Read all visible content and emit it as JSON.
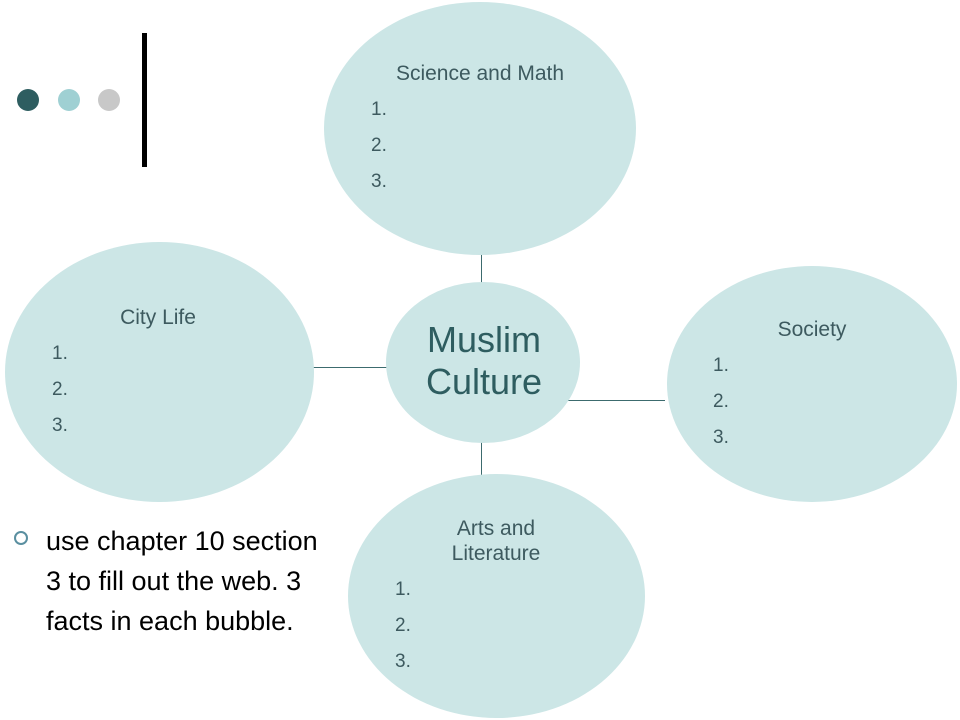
{
  "decor": {
    "dot_colors": [
      "#2e5d60",
      "#9fd0d3",
      "#c8c8c8"
    ],
    "bubble_fill": "#cce6e6",
    "connector_color": "#3c6b6e",
    "text_color": "#3d5a5f"
  },
  "center": {
    "line1": "Muslim",
    "line2": "Culture"
  },
  "bubbles": {
    "science": {
      "title": "Science and Math",
      "items": [
        "1.",
        "2.",
        "3."
      ]
    },
    "city": {
      "title": "City Life",
      "items": [
        "1.",
        "2.",
        "3."
      ]
    },
    "society": {
      "title": "Society",
      "items": [
        "1.",
        "2.",
        "3."
      ]
    },
    "arts": {
      "title_line1": "Arts and",
      "title_line2": "Literature",
      "items": [
        "1.",
        "2.",
        "3."
      ]
    }
  },
  "instructions": "use chapter 10 section 3 to fill out the web. 3 facts in each bubble."
}
